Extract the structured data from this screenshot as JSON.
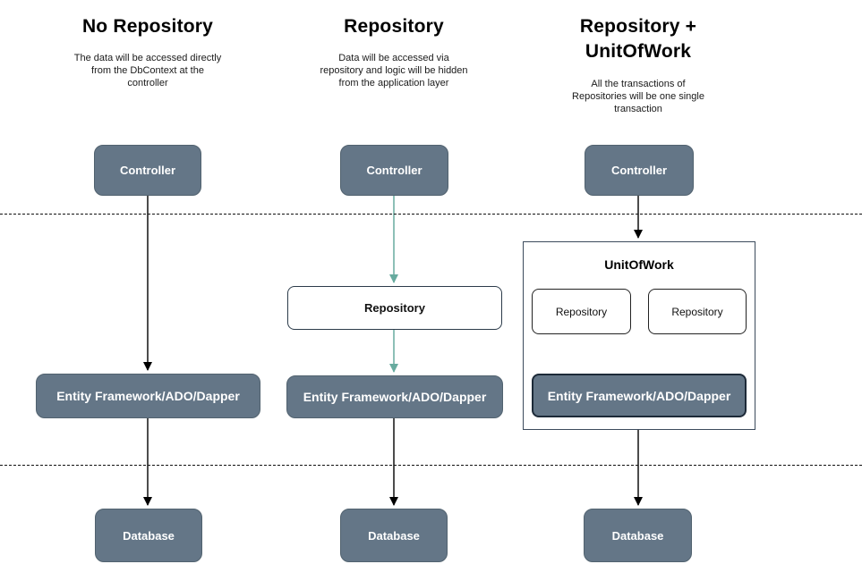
{
  "columns": [
    {
      "title_lines": [
        "No Repository"
      ],
      "description_lines": [
        "The data will be accessed directly",
        "from the DbContext at the",
        "controller"
      ],
      "controller_label": "Controller",
      "ef_label": "Entity Framework/ADO/Dapper",
      "database_label": "Database"
    },
    {
      "title_lines": [
        "Repository"
      ],
      "description_lines": [
        "Data will be accessed via",
        "repository and logic will be hidden",
        "from the application layer"
      ],
      "controller_label": "Controller",
      "repository_label": "Repository",
      "ef_label": "Entity Framework/ADO/Dapper",
      "database_label": "Database"
    },
    {
      "title_lines": [
        "Repository +",
        "UnitOfWork"
      ],
      "description_lines": [
        "All the transactions of",
        "Repositories will be one single",
        "transaction"
      ],
      "controller_label": "Controller",
      "unitofwork": {
        "label": "UnitOfWork",
        "repositories": [
          "Repository",
          "Repository"
        ]
      },
      "ef_label": "Entity Framework/ADO/Dapper",
      "database_label": "Database"
    }
  ],
  "colors": {
    "node_fill": "#647687",
    "node_border": "#51626f",
    "node_border_dark": "#1d2a38",
    "white_box_border": "#2c3b4a",
    "container_border": "#3c4b5c",
    "arrow_black": "#000000",
    "arrow_teal": "#67ab9f",
    "text_dark": "#111111",
    "text_light": "#ffffff"
  }
}
